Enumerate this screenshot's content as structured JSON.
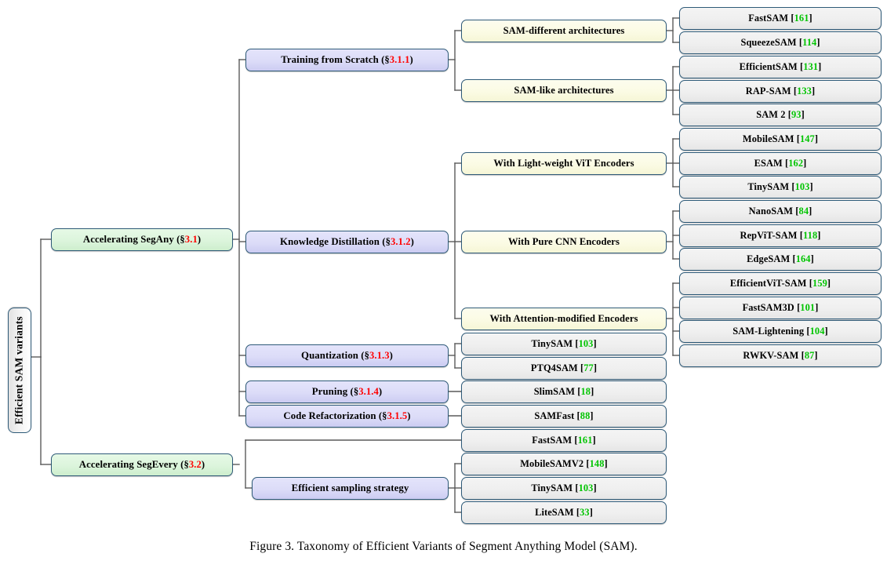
{
  "figure": {
    "caption": "Figure 3. Taxonomy of Efficient Variants of Segment Anything Model (SAM).",
    "root_label": "Efficient SAM variants",
    "colors": {
      "section_number": "#ff0000",
      "citation_number": "#00c400",
      "node_border": "#2e5a78",
      "level1_fill": "#dcf5dc",
      "level2_fill": "#dcdcf8",
      "level3_fill": "#fbfbe4",
      "leaf_fill": "#efefef",
      "background": "#ffffff"
    }
  },
  "nodes": {
    "root": {
      "label": "Efficient SAM variants"
    },
    "l1_segany": {
      "name": "Accelerating SegAny",
      "section": "3.1"
    },
    "l1_segevery": {
      "name": "Accelerating SegEvery",
      "section": "3.2"
    },
    "l2_training": {
      "name": "Training from Scratch",
      "section": "3.1.1"
    },
    "l2_distill": {
      "name": "Knowledge Distillation",
      "section": "3.1.2"
    },
    "l2_quant": {
      "name": "Quantization",
      "section": "3.1.3"
    },
    "l2_prune": {
      "name": "Pruning",
      "section": "3.1.4"
    },
    "l2_coderef": {
      "name": "Code Refactorization",
      "section": "3.1.5"
    },
    "l2_sampling": {
      "name": "Efficient sampling strategy",
      "section": ""
    },
    "l3_samdiff": {
      "name": "SAM-different architectures"
    },
    "l3_samlike": {
      "name": "SAM-like architectures"
    },
    "l3_vit": {
      "name": "With Light-weight ViT Encoders"
    },
    "l3_cnn": {
      "name": "With Pure CNN Encoders"
    },
    "l3_attn": {
      "name": "With Attention-modified Encoders"
    }
  },
  "leaves": {
    "r0": {
      "name": "FastSAM",
      "cite": "161"
    },
    "r1": {
      "name": "SqueezeSAM",
      "cite": "114"
    },
    "r2": {
      "name": "EfficientSAM",
      "cite": "131"
    },
    "r3": {
      "name": "RAP-SAM",
      "cite": "133"
    },
    "r4": {
      "name": "SAM 2",
      "cite": "93"
    },
    "r5": {
      "name": "MobileSAM",
      "cite": "147"
    },
    "r6": {
      "name": "ESAM",
      "cite": "162"
    },
    "r7": {
      "name": "TinySAM",
      "cite": "103"
    },
    "r8": {
      "name": "NanoSAM",
      "cite": "84"
    },
    "r9": {
      "name": "RepViT-SAM",
      "cite": "118"
    },
    "r10": {
      "name": "EdgeSAM",
      "cite": "164"
    },
    "r11": {
      "name": "EfficientViT-SAM",
      "cite": "159"
    },
    "r12": {
      "name": "FastSAM3D",
      "cite": "101"
    },
    "r13": {
      "name": "SAM-Lightening",
      "cite": "104"
    },
    "r14": {
      "name": "RWKV-SAM",
      "cite": "87"
    },
    "m0": {
      "name": "TinySAM",
      "cite": "103"
    },
    "m1": {
      "name": "PTQ4SAM",
      "cite": "77"
    },
    "m2": {
      "name": "SlimSAM",
      "cite": "18"
    },
    "m3": {
      "name": "SAMFast",
      "cite": "88"
    },
    "m4": {
      "name": "FastSAM",
      "cite": "161"
    },
    "m5": {
      "name": "MobileSAMV2",
      "cite": "148"
    },
    "m6": {
      "name": "TinySAM",
      "cite": "103"
    },
    "m7": {
      "name": "LiteSAM",
      "cite": "33"
    }
  }
}
